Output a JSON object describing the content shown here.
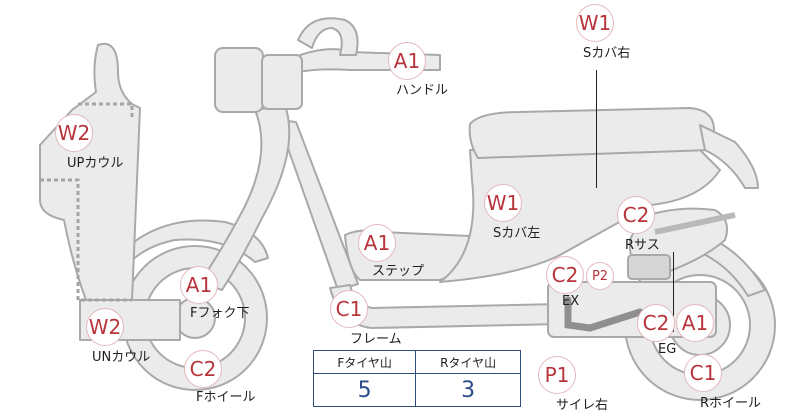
{
  "parts": {
    "w1_right": {
      "code": "W1",
      "label": "Sカバ右"
    },
    "a1_handle": {
      "code": "A1",
      "label": "ハンドル"
    },
    "w2_up": {
      "code": "W2",
      "label": "UPカウル"
    },
    "w1_left": {
      "code": "W1",
      "label": "Sカバ左"
    },
    "c2_rsus": {
      "code": "C2",
      "label": "Rサス"
    },
    "a1_step": {
      "code": "A1",
      "label": "ステップ"
    },
    "a1_ffork": {
      "code": "A1",
      "label": "Fフォク下"
    },
    "c2_ex": {
      "code": "C2",
      "sub": "P2",
      "label": "EX"
    },
    "c1_frame": {
      "code": "C1",
      "label": "フレーム"
    },
    "w2_un": {
      "code": "W2",
      "label": "UNカウル"
    },
    "c2_eg": {
      "code": "C2",
      "code2": "A1",
      "label": "EG"
    },
    "c2_fwheel": {
      "code": "C2",
      "label": "Fホイール"
    },
    "p1_silencer": {
      "code": "P1",
      "label": "サイレ右"
    },
    "c1_rwheel": {
      "code": "C1",
      "label": "Rホイール"
    }
  },
  "tread_table": {
    "headers": [
      "Fタイヤ山",
      "Rタイヤ山"
    ],
    "values": [
      "5",
      "3"
    ]
  },
  "colors": {
    "badge_text": "#b8343c",
    "table_border": "#2f4d7c",
    "table_value": "#2c4b8a"
  }
}
